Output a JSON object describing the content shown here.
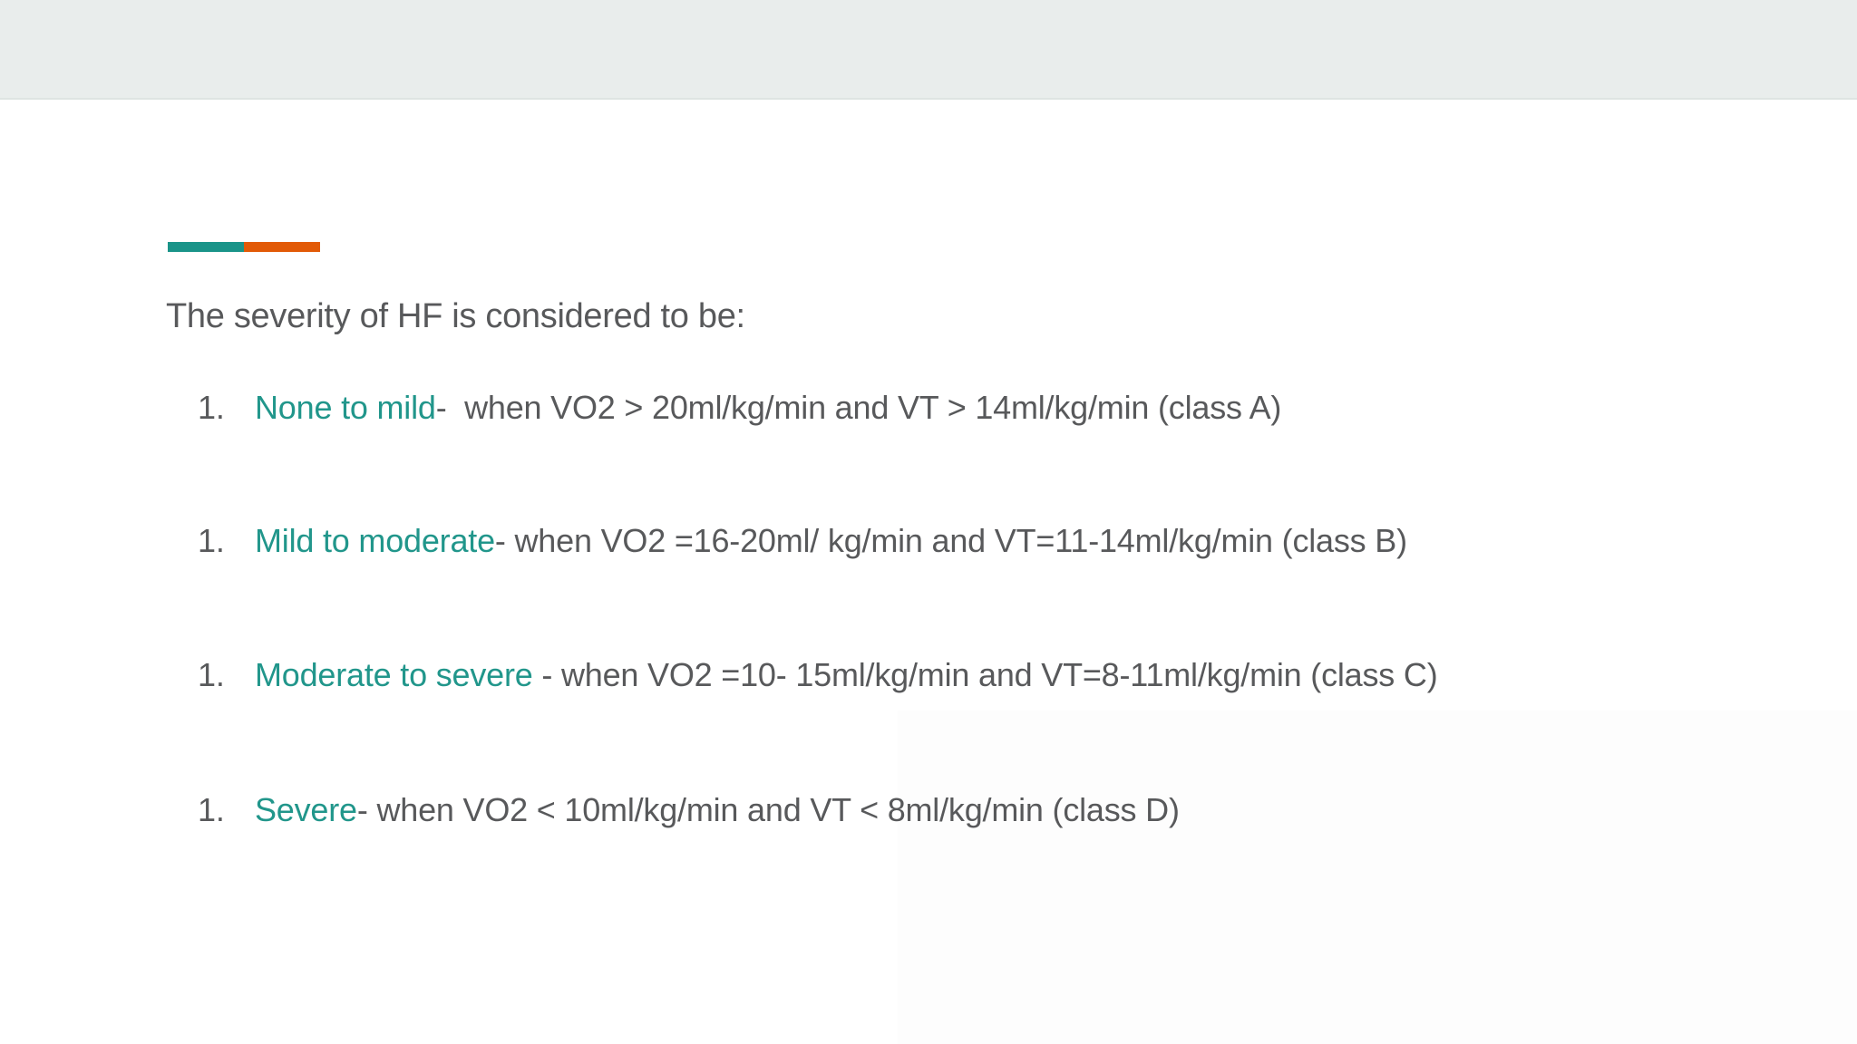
{
  "slide": {
    "title": "The severity of HF is considered to be:",
    "header_band_color": "#E9EDEC",
    "text_color": "#58595B",
    "highlight_color": "#21968B",
    "accent_bar": {
      "left_color": "#1A9489",
      "right_color": "#E25A07"
    },
    "items": [
      {
        "number": "1.",
        "severity": "None to mild",
        "description": "-  when VO2 > 20ml/kg/min and VT > 14ml/kg/min (class A)"
      },
      {
        "number": "1.",
        "severity": "Mild to moderate",
        "description": "- when VO2 =16-20ml/ kg/min and VT=11-14ml/kg/min (class B)"
      },
      {
        "number": "1.",
        "severity": "Moderate to severe",
        "description": " - when VO2 =10- 15ml/kg/min and VT=8-11ml/kg/min (class C)"
      },
      {
        "number": "1.",
        "severity": "Severe",
        "description": "- when VO2 < 10ml/kg/min and VT < 8ml/kg/min (class D)"
      }
    ]
  }
}
